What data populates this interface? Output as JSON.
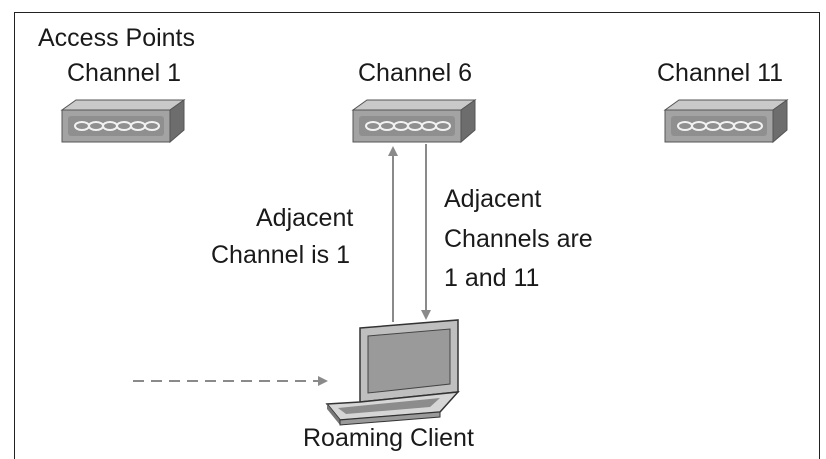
{
  "title": "Access Points",
  "access_points": [
    {
      "label": "Channel 1",
      "icon": "access-point-icon"
    },
    {
      "label": "Channel 6",
      "icon": "access-point-icon"
    },
    {
      "label": "Channel 11",
      "icon": "access-point-icon"
    }
  ],
  "up_arrow_text": [
    "Adjacent",
    "Channel is 1"
  ],
  "down_arrow_text": [
    "Adjacent",
    "Channels are",
    "1 and 11"
  ],
  "client": {
    "label": "Roaming Client",
    "icon": "laptop-icon"
  },
  "colors": {
    "arrow": "#8a8a8a",
    "ap_front": "#9e9e9e",
    "ap_top": "#c8c8c8",
    "ap_side": "#6f6f6f"
  }
}
